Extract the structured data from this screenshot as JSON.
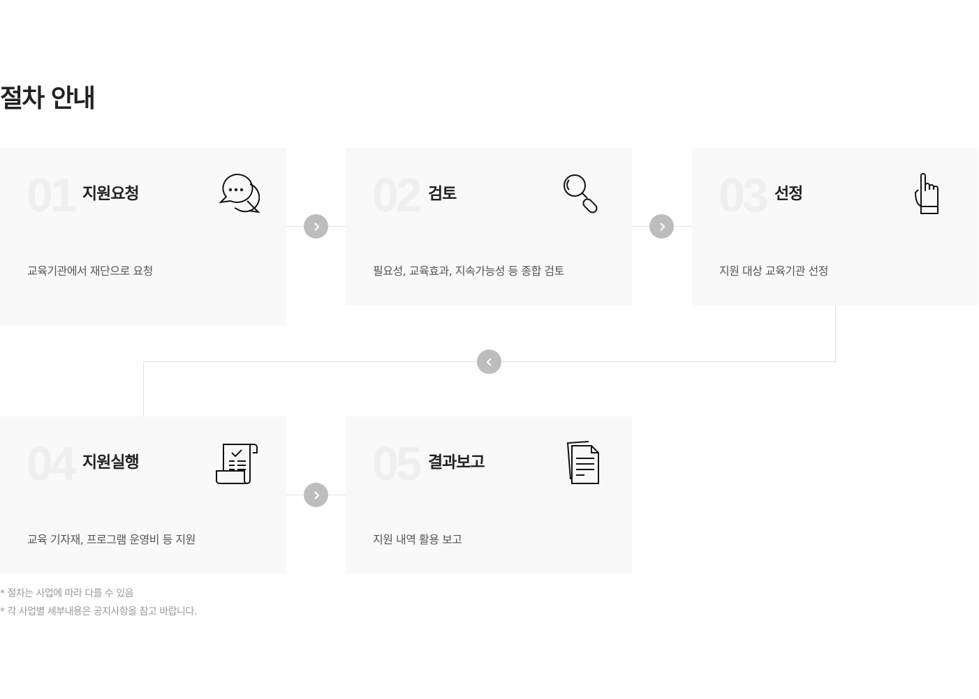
{
  "page_title": "절차 안내",
  "steps": [
    {
      "num": "01",
      "title": "지원요청",
      "desc": "교육기관에서 재단으로 요청",
      "icon": "speech-bubbles-icon"
    },
    {
      "num": "02",
      "title": "검토",
      "desc": "필요성, 교육효과, 지속가능성 등 종합 검토",
      "icon": "magnifier-icon"
    },
    {
      "num": "03",
      "title": "선정",
      "desc": "지원 대상 교육기관 선정",
      "icon": "pointing-hand-icon"
    },
    {
      "num": "04",
      "title": "지원실행",
      "desc": "교육 기자재, 프로그램 운영비 등 지원",
      "icon": "checklist-scroll-icon"
    },
    {
      "num": "05",
      "title": "결과보고",
      "desc": "지원 내역 활용 보고",
      "icon": "documents-icon"
    }
  ],
  "notes": [
    "* 절차는 사업에 따라 다를 수 있음",
    "* 각 사업별 세부내용은 공지사항을 참고 바랍니다."
  ]
}
